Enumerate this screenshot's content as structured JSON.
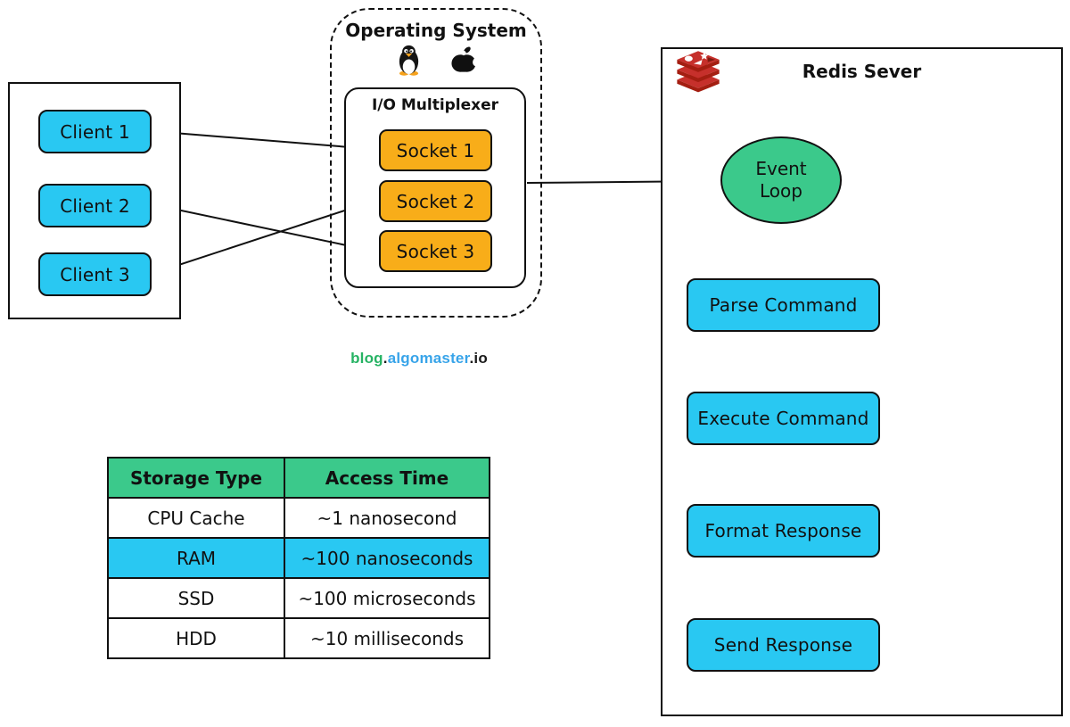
{
  "colors": {
    "cyan": "#29C8F2",
    "orange": "#F8AD19",
    "green": "#3BC98B",
    "stroke": "#111111",
    "redis-red": "#C6302B",
    "redis-red-dark": "#A41E11",
    "wm-green": "#27B364",
    "wm-blue": "#38A4E9"
  },
  "clients_panel": {
    "items": [
      {
        "label": "Client 1"
      },
      {
        "label": "Client 2"
      },
      {
        "label": "Client 3"
      }
    ]
  },
  "os_panel": {
    "title": "Operating System",
    "icons": [
      {
        "name": "linux-tux-icon"
      },
      {
        "name": "apple-logo-icon"
      }
    ],
    "multiplexer": {
      "title": "I/O Multiplexer",
      "sockets": [
        {
          "label": "Socket 1"
        },
        {
          "label": "Socket 2"
        },
        {
          "label": "Socket 3"
        }
      ]
    }
  },
  "watermark": {
    "blog": "blog",
    "dot1": ".",
    "site": "algomaster",
    "dot2": ".",
    "tld": "io"
  },
  "storage_table": {
    "headers": [
      "Storage Type",
      "Access Time"
    ],
    "rows": [
      {
        "type": "CPU Cache",
        "time": "~1 nanosecond",
        "highlighted": false
      },
      {
        "type": "RAM",
        "time": "~100 nanoseconds",
        "highlighted": true
      },
      {
        "type": "SSD",
        "time": "~100 microseconds",
        "highlighted": false
      },
      {
        "type": "HDD",
        "time": "~10 milliseconds",
        "highlighted": false
      }
    ]
  },
  "redis_panel": {
    "title": "Redis Sever",
    "event_loop": {
      "line1": "Event",
      "line2": "Loop"
    },
    "steps": [
      {
        "label": "Parse Command"
      },
      {
        "label": "Execute Command"
      },
      {
        "label": "Format Response"
      },
      {
        "label": "Send Response"
      }
    ]
  },
  "connections": [
    {
      "from": "Client 1",
      "to": "Socket 1"
    },
    {
      "from": "Client 2",
      "to": "Socket 3"
    },
    {
      "from": "Client 3",
      "to": "Socket 2"
    },
    {
      "from": "I/O Multiplexer",
      "to": "Event Loop"
    },
    {
      "from": "Event Loop",
      "to": "Parse Command"
    },
    {
      "from": "Parse Command",
      "to": "Execute Command"
    },
    {
      "from": "Execute Command",
      "to": "Format Response"
    },
    {
      "from": "Format Response",
      "to": "Send Response"
    },
    {
      "from": "Send Response",
      "to": "Event Loop"
    }
  ]
}
